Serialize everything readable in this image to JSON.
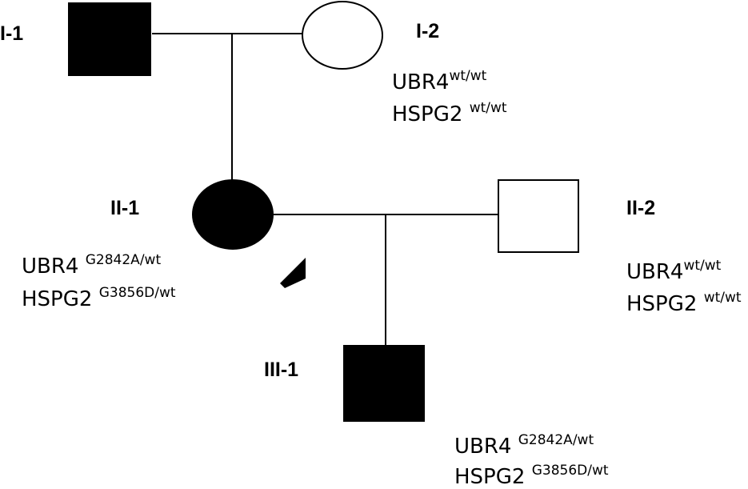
{
  "colors": {
    "affected": "#000000",
    "unaffected": "#ffffff",
    "line": "#000000"
  },
  "individuals": [
    {
      "id": "I-1",
      "sex": "male",
      "affected": true
    },
    {
      "id": "I-2",
      "sex": "female",
      "affected": false
    },
    {
      "id": "II-1",
      "sex": "female",
      "affected": true,
      "proband": true
    },
    {
      "id": "II-2",
      "sex": "male",
      "affected": false
    },
    {
      "id": "III-1",
      "sex": "male",
      "affected": true
    }
  ],
  "genotypes": {
    "I-2": [
      {
        "gene": "UBR4",
        "variant": "wt/wt"
      },
      {
        "gene": "HSPG2",
        "variant": "wt/wt"
      }
    ],
    "II-1": [
      {
        "gene": "UBR4",
        "variant": "G2842A/wt"
      },
      {
        "gene": "HSPG2",
        "variant": "G3856D/wt"
      }
    ],
    "II-2": [
      {
        "gene": "UBR4",
        "variant": "wt/wt"
      },
      {
        "gene": "HSPG2",
        "variant": "wt/wt"
      }
    ],
    "III-1": [
      {
        "gene": "UBR4",
        "variant": "G2842A/wt"
      },
      {
        "gene": "HSPG2",
        "variant": "G3856D/wt"
      }
    ]
  }
}
